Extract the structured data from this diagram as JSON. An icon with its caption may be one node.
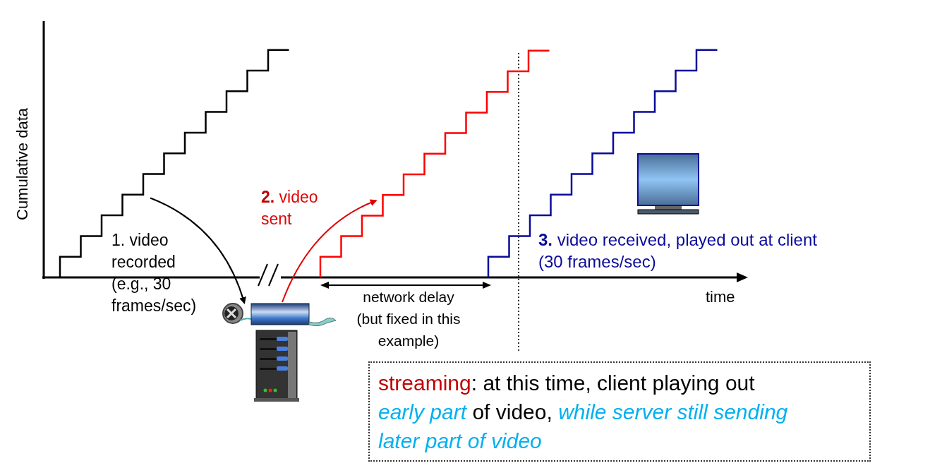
{
  "diagram": {
    "nodes": [
      {
        "text": [],
        "shape": "staircase"
      },
      {
        "text": [],
        "shape": "picture"
      },
      {
        "text": [],
        "shape": "staircase"
      },
      {
        "text": [
          "**streaming**: at this time, client playing out *early part* of video, *while server still sending later part of video*"
        ]
      }
    ],
    "edges": [
      {
        "from": 0,
        "to": 1,
        "arrow": "to",
        "color": "#000000"
      },
      {
        "from": 1,
        "to": 2,
        "arrow": "to",
        "color": "#e00000"
      }
    ],
    "labels": [
      "Cumulative data",
      "**2.** video sent",
      "1. video recorded (e.g., 30 frames/sec)",
      "**3.** video received, played out at client (30 frames/sec)",
      "network delay (but fixed in this example)",
      "time"
    ]
  }
}
